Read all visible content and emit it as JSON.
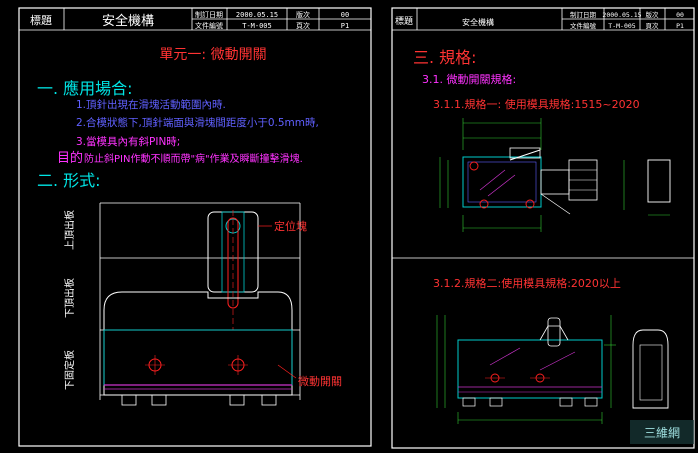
{
  "left_sheet": {
    "title_block": {
      "label_title": "標題",
      "title": "安全機構",
      "label_revised_date": "制訂日期",
      "revised_date": "2000.05.15",
      "label_version": "版次",
      "version": "00",
      "label_doc_no": "文件編號",
      "doc_no": "T-M-005",
      "label_page": "頁次",
      "page": "P1"
    },
    "unit_heading": "單元一: 微動開關",
    "section1_heading": "一. 應用場合:",
    "items": [
      "1.頂針出現在滑塊活動範圍內時.",
      "2.合模狀態下,頂針端面與滑塊間距度小于0.5mm時,",
      "3.當模具內有斜PIN時;"
    ],
    "purpose_label": "目的",
    "purpose_text": "防止斜PIN作動不順而帶\"病\"作業及瞬斷撞擊滑塊.",
    "section2_heading": "二. 形式:",
    "label_top_ejector": "上頂出板",
    "label_bottom_ejector": "下頂出板",
    "label_fixed_plate": "下固定板",
    "label_locator": "定位塊",
    "label_microswitch": "微動開關"
  },
  "right_sheet": {
    "title_block": {
      "label_title": "標題",
      "title": "安全機構",
      "label_revised_date": "制訂日期",
      "revised_date": "2000.05.15",
      "label_version": "版次",
      "version": "00",
      "label_doc_no": "文件編號",
      "doc_no": "T-M-005",
      "label_page": "頁次",
      "page": "P1"
    },
    "section3_heading": "三. 規格:",
    "spec_heading": "3.1. 微動開關規格:",
    "spec1": "3.1.1.規格一: 使用模具規格:1515~2020",
    "spec2": "3.1.2.規格二:使用模具規格:2020以上"
  },
  "watermark": "三維網",
  "colors": {
    "background": "#000000",
    "border": "#ffffff",
    "heading_red": "#ff3333",
    "heading_cyan": "#00e5e5",
    "text_blue": "#6060ff",
    "text_magenta": "#ff33ff",
    "drawing_cyan": "#00cccc",
    "drawing_white": "#ffffff",
    "drawing_red": "#ff2020",
    "drawing_green": "#33cc33",
    "drawing_magenta": "#cc33cc"
  }
}
